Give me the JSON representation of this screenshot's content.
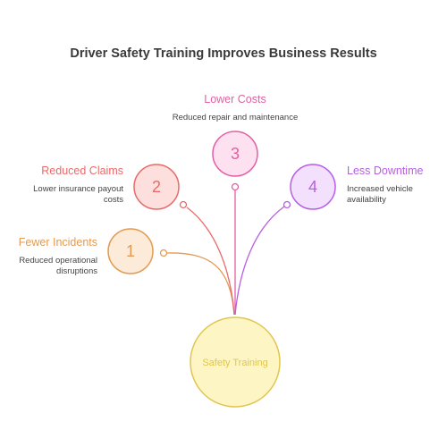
{
  "title": "Driver Safety Training Improves Business Results",
  "center": {
    "label": "Safety Training",
    "color": "#e0c54e",
    "fill": "#fdf6c4"
  },
  "items": [
    {
      "number": "1",
      "heading": "Fewer Incidents",
      "description_lines": [
        "Reduced operational",
        "disruptions"
      ],
      "color": "#e39a52",
      "fill": "#fdebd9"
    },
    {
      "number": "2",
      "heading": "Reduced Claims",
      "description_lines": [
        "Lower insurance payout",
        "costs"
      ],
      "color": "#e86a6a",
      "fill": "#fde0de"
    },
    {
      "number": "3",
      "heading": "Lower Costs",
      "description_lines": [
        "Reduced repair and maintenance"
      ],
      "color": "#e35fa3",
      "fill": "#fde1f0"
    },
    {
      "number": "4",
      "heading": "Less Downtime",
      "description_lines": [
        "Increased vehicle",
        "availability"
      ],
      "color": "#b65ee5",
      "fill": "#f3e0fd"
    }
  ]
}
